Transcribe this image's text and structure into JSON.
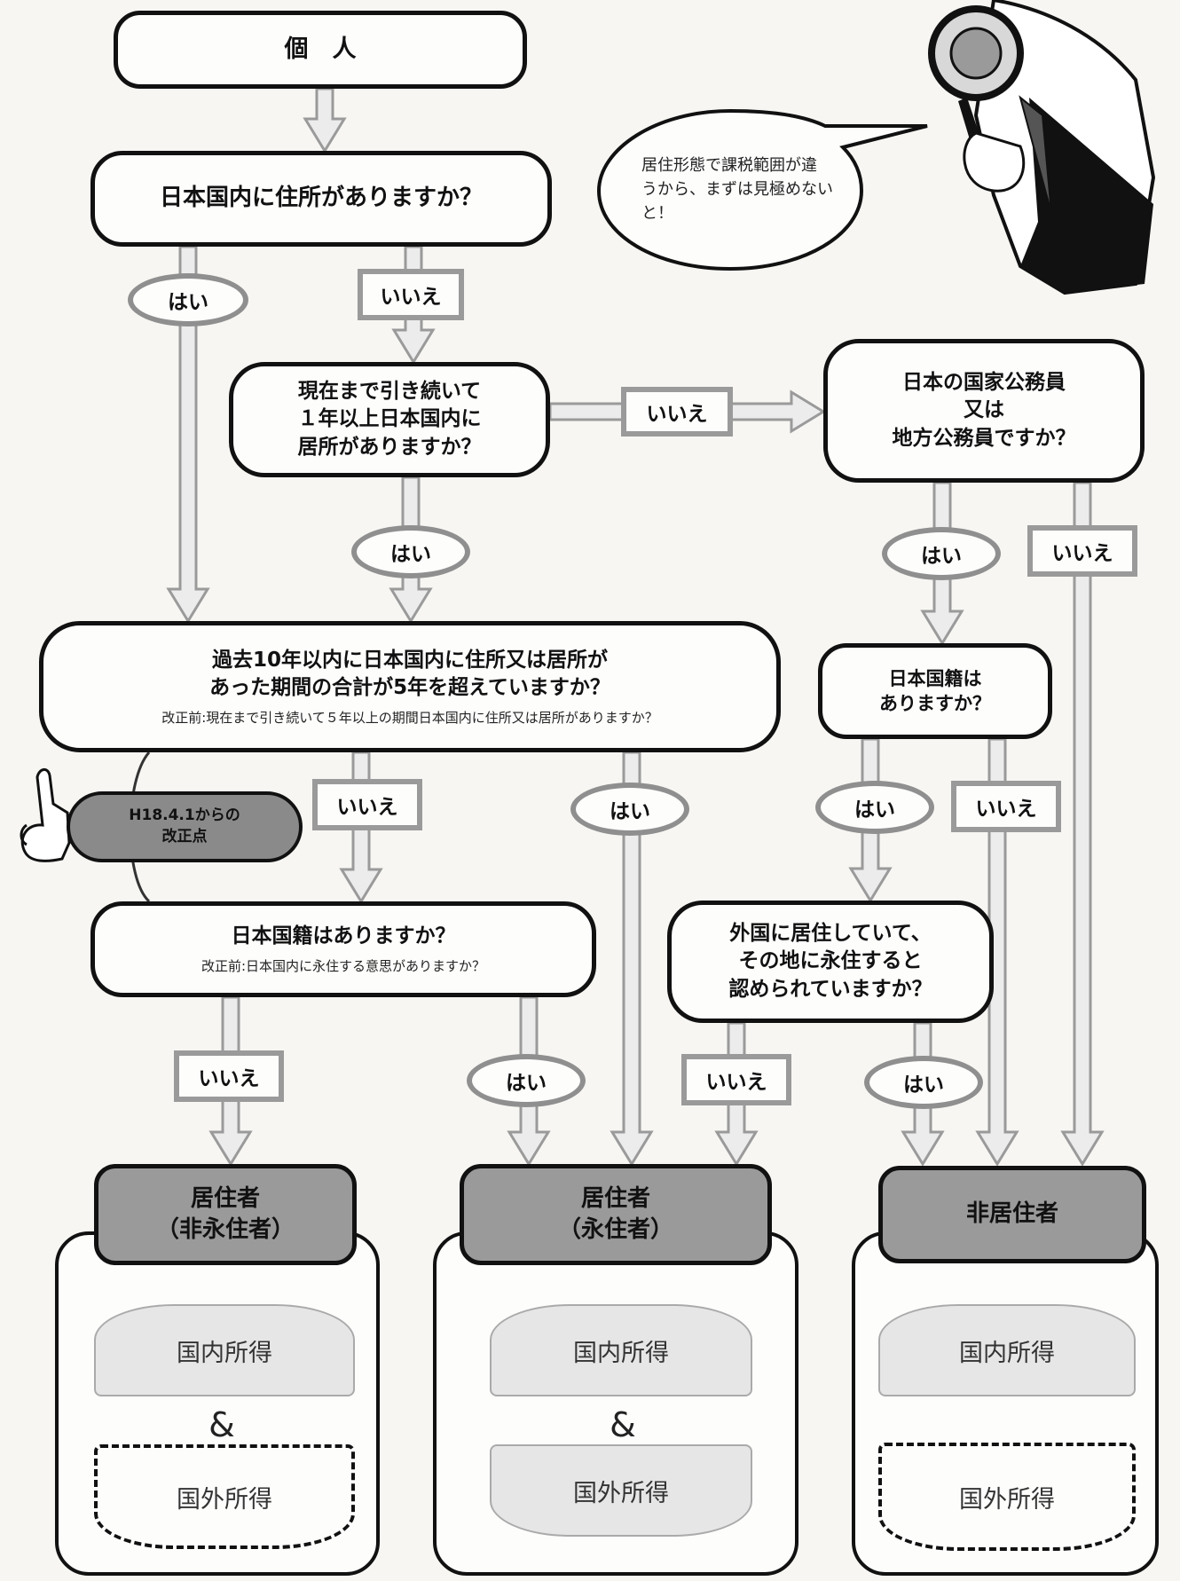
{
  "start": {
    "text": "個　人"
  },
  "q1": {
    "text": "日本国内に住所がありますか？"
  },
  "q2": {
    "lines": [
      "現在まで引き続いて",
      "１年以上日本国内に",
      "居所がありますか？"
    ]
  },
  "q3": {
    "lines": [
      "日本の国家公務員",
      "又は",
      "地方公務員ですか？"
    ]
  },
  "q4": {
    "lines": [
      "過去10年以内に日本国内に住所又は居所が",
      "あった期間の合計が5年を超えていますか？"
    ],
    "note": "改正前:現在まで引き続いて５年以上の期間日本国内に住所又は居所がありますか？"
  },
  "q5": {
    "lines": [
      "日本国籍は",
      "ありますか？"
    ]
  },
  "q6": {
    "text": "日本国籍はありますか？",
    "note": "改正前:日本国内に永住する意思がありますか？"
  },
  "q7": {
    "lines": [
      "外国に居住していて、",
      "その地に永住すると",
      "認められていますか？"
    ]
  },
  "amendment": {
    "lines": [
      "H18.4.1からの",
      "改正点"
    ]
  },
  "bubble": {
    "lines": [
      "居住形態で課税範囲が違",
      "うから、まずは見極めない",
      "と！"
    ]
  },
  "labels": {
    "yes": "はい",
    "no": "いいえ"
  },
  "results": [
    {
      "lines": [
        "居住者",
        "（非永住者）"
      ],
      "domestic": "国内所得",
      "amp": "&",
      "foreign": "国外所得",
      "foreign_style": "dashed"
    },
    {
      "lines": [
        "居住者",
        "（永住者）"
      ],
      "domestic": "国内所得",
      "amp": "&",
      "foreign": "国外所得",
      "foreign_style": "solid"
    },
    {
      "lines": [
        "非居住者"
      ],
      "domestic": "国内所得",
      "foreign": "国外所得",
      "foreign_style": "dashed"
    }
  ],
  "colors": {
    "arrow_fill": "#ececec",
    "arrow_stroke": "#9a9a9a",
    "result_head": "#9a9a9a",
    "amendment_bg": "#8a8a8a",
    "income_fill": "#e6e6e6"
  }
}
